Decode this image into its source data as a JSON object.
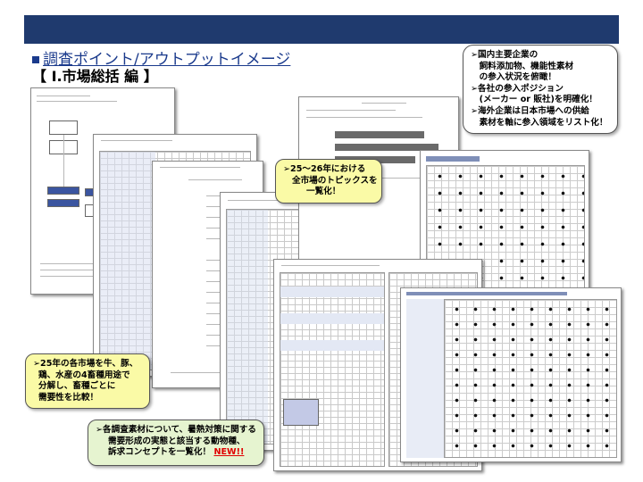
{
  "header": {
    "title": "調査ポイント/アウトプットイメージ",
    "section": "【 Ⅰ.市場総括 編 】"
  },
  "callouts": {
    "top_right": {
      "lines": [
        "➢国内主要企業の",
        "　飼料添加物、機能性素材",
        "　の参入状況を俯瞰！",
        "➢各社の参入ポジション",
        "　(メーカー or 販社)を明確化！",
        "➢海外企業は日本市場への供給",
        "　素材を軸に参入領域をリスト化！"
      ]
    },
    "middle": {
      "lines": [
        "➢25〜26年における",
        "全市場のトピックスを",
        "一覧化！"
      ]
    },
    "bottom_left": {
      "lines": [
        "➢25年の各市場を牛、豚、",
        "鶏、水産の4畜種用途で",
        "分解し、畜種ごとに",
        "需要性を比較！"
      ]
    },
    "bottom": {
      "lines": [
        "➢各調査素材について、暑熱対策に関する",
        "需要形成の実態と該当する動物種、",
        "訴求コンセプトを一覧化！"
      ],
      "badge": "NEW!!"
    }
  },
  "colors": {
    "top_bar": "#1f3a6e",
    "heading": "#1a3a8c",
    "callout_yellow": "#fafaa6",
    "callout_green": "#e6f4d0",
    "new_badge": "#e00000"
  }
}
